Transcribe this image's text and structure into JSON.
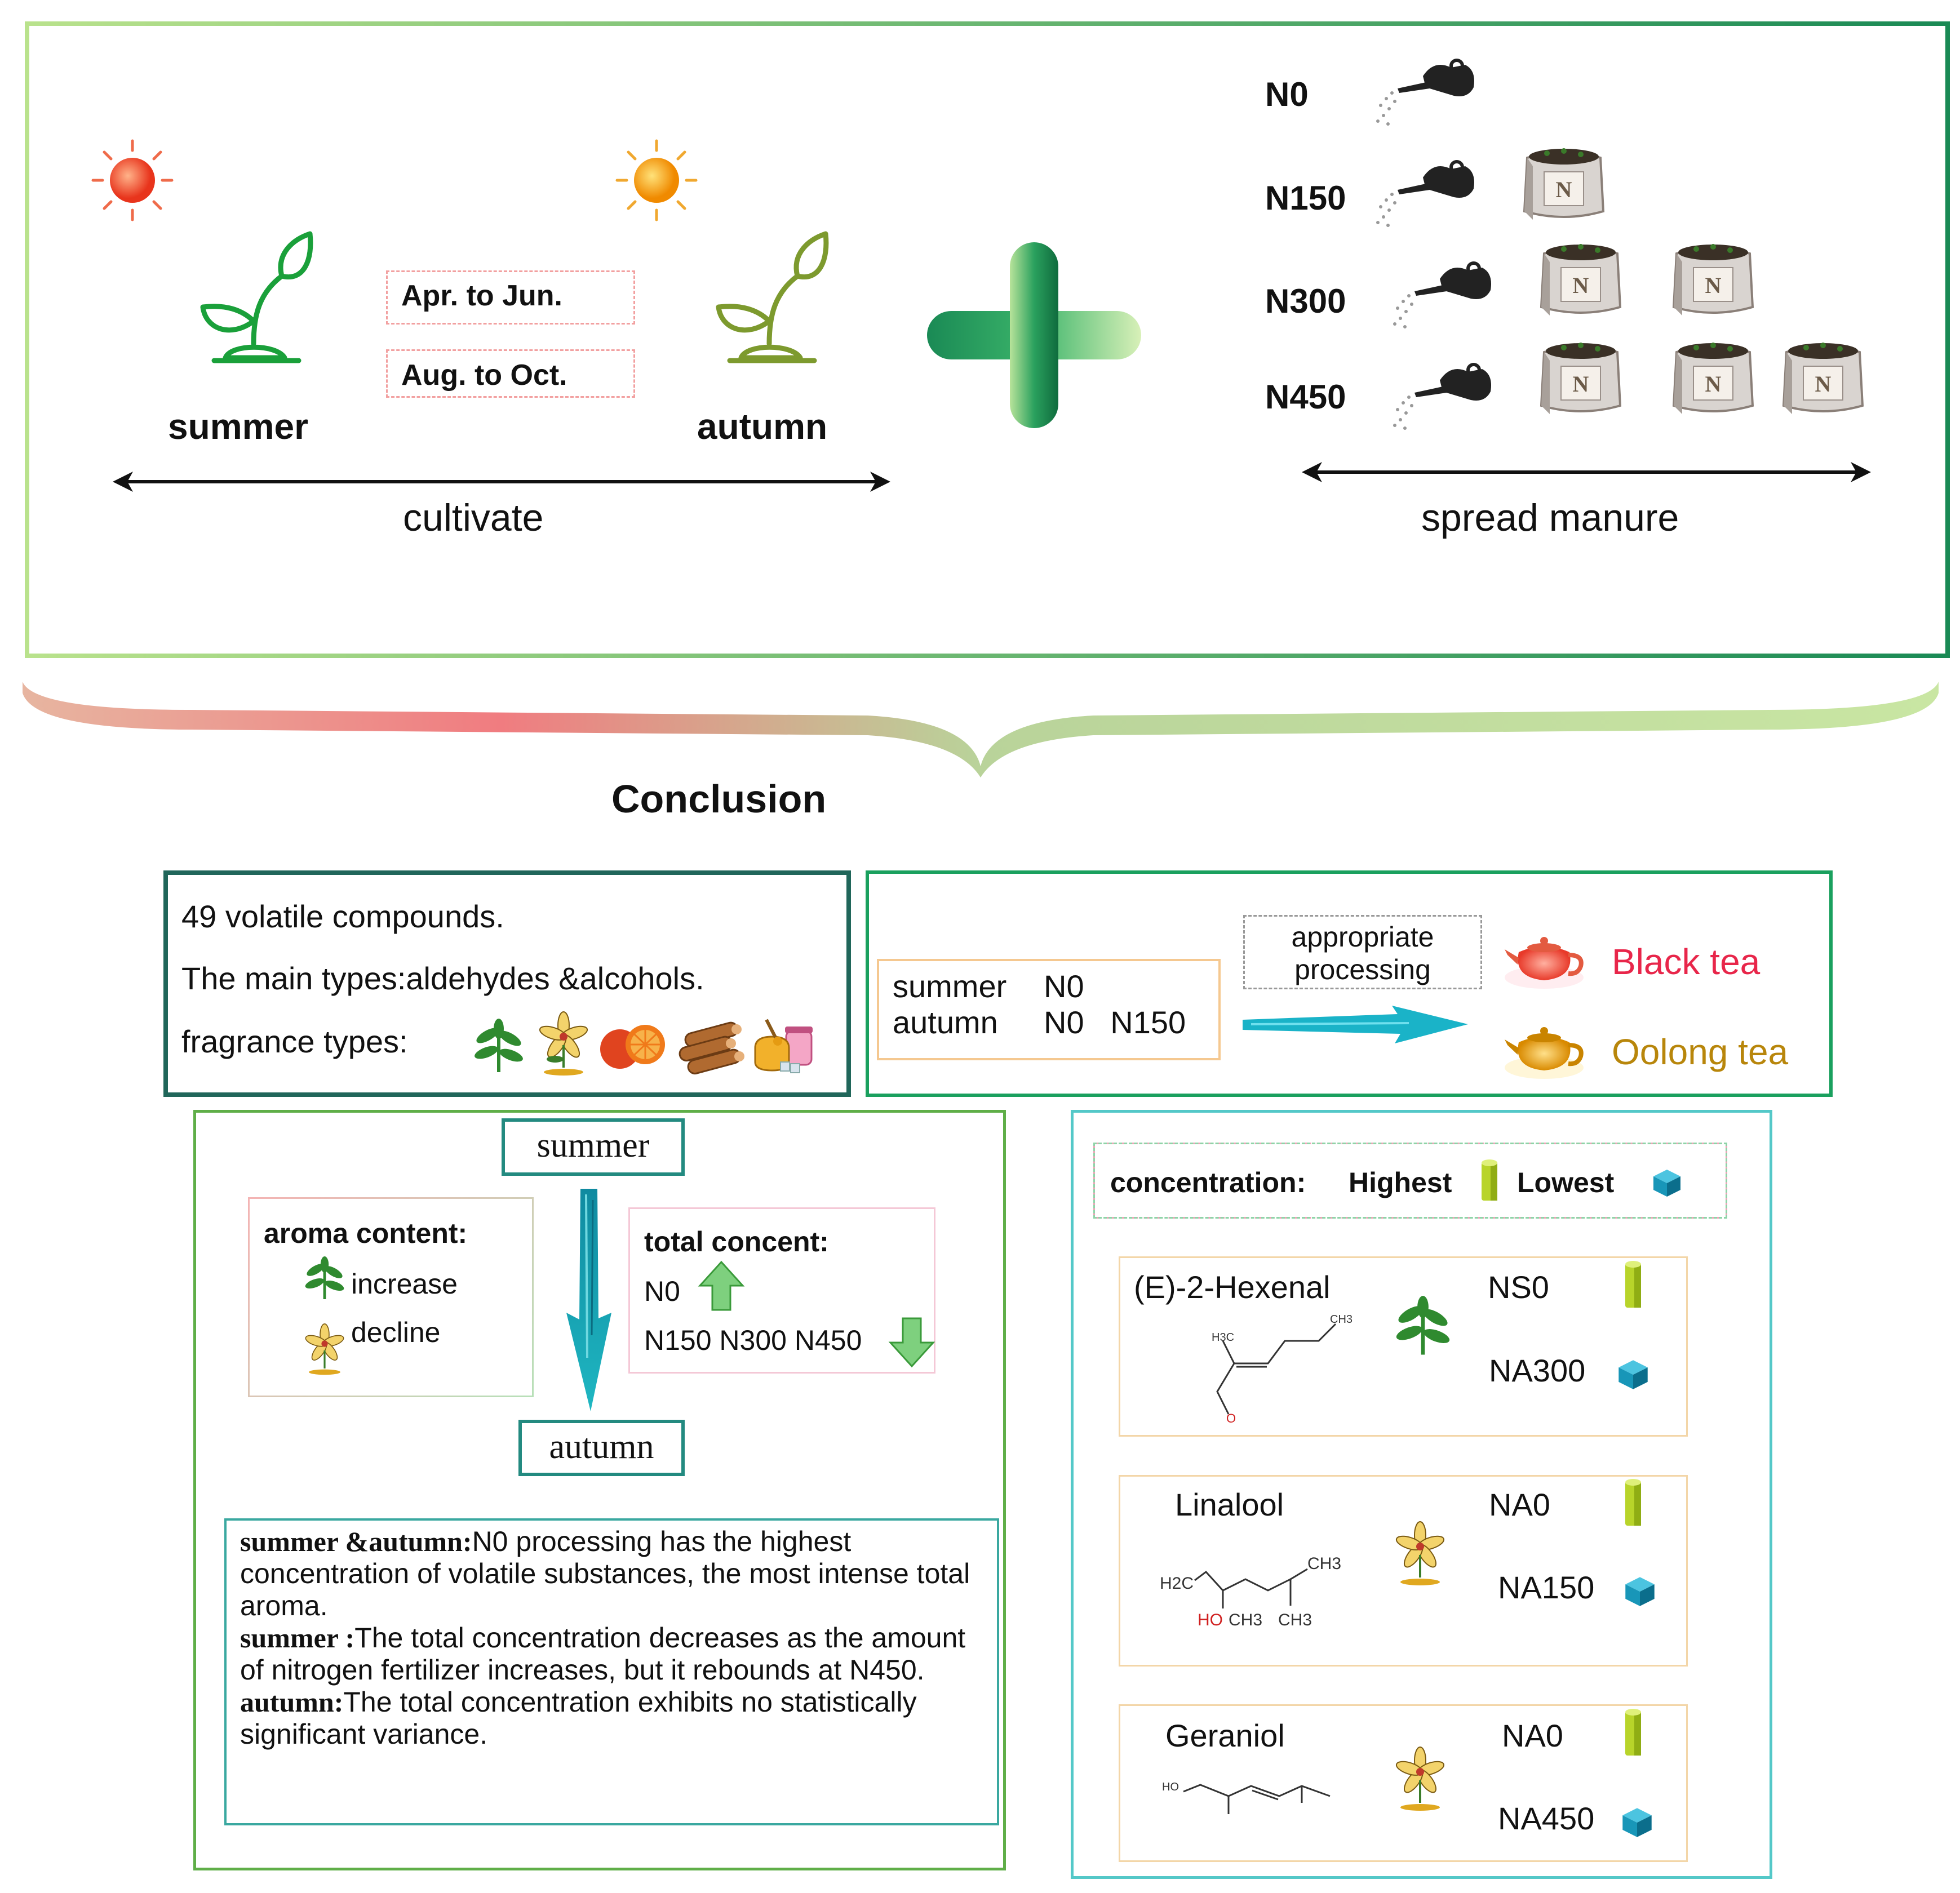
{
  "top_panel": {
    "season_left": "summer",
    "season_right": "autumn",
    "period_1": "Apr. to Jun.",
    "period_2": "Aug. to Oct.",
    "cultivate_label": "cultivate",
    "spread_label": "spread manure",
    "bag_letter": "N",
    "nitrogen_levels": [
      {
        "label": "N0",
        "bags": 0
      },
      {
        "label": "N150",
        "bags": 1
      },
      {
        "label": "N300",
        "bags": 2
      },
      {
        "label": "N450",
        "bags": 3
      }
    ]
  },
  "conclusion_title": "Conclusion",
  "compounds_box": {
    "line1": "49 volatile compounds.",
    "line2": "The main types:aldehydes &alcohols.",
    "line3": "fragrance types:"
  },
  "tea_box": {
    "cond_row1_season": "summer",
    "cond_row1_levels": "N0",
    "cond_row2_season": "autumn",
    "cond_row2_levels": "N0   N150",
    "processing_label": "appropriate\nprocessing",
    "black_tea": "Black tea",
    "oolong_tea": "Oolong tea",
    "colors": {
      "black_tea": "#e8264a",
      "oolong_tea": "#b8860b"
    }
  },
  "season_box": {
    "summer_label": "summer",
    "autumn_label": "autumn",
    "aroma_title": "aroma content:",
    "increase_label": "increase",
    "decline_label": "decline",
    "total_title": "total concent:",
    "total_up": "N0",
    "total_down": "N150 N300 N450",
    "summary_p1_head": "summer &autumn:",
    "summary_p1_body": "N0 processing has the highest concentration of volatile substances, the most intense total aroma.",
    "summary_p2_head": "summer :",
    "summary_p2_body": "The total concentration decreases as the amount of nitrogen fertilizer increases, but it rebounds at N450.",
    "summary_p3_head": "autumn:",
    "summary_p3_body": "The total concentration exhibits no statistically significant variance."
  },
  "concentration_box": {
    "legend_prefix": "concentration:",
    "highest_label": "Highest",
    "lowest_label": "Lowest",
    "compounds": [
      {
        "name": "(E)-2-Hexenal",
        "highest": "NS0",
        "lowest": "NA300"
      },
      {
        "name": "Linalool",
        "highest": "NA0",
        "lowest": "NA150"
      },
      {
        "name": "Geraniol",
        "highest": "NA0",
        "lowest": "NA450"
      }
    ],
    "hexenal_labels": {
      "ch3": "CH3",
      "h3c": "H3C",
      "o": "O"
    },
    "linalool_labels": {
      "h2c": "H2C",
      "ho": "HO",
      "ch3_a": "CH3",
      "ch3_b": "CH3",
      "ch3_c": "CH3"
    },
    "geraniol_labels": {
      "ho": "HO"
    }
  }
}
